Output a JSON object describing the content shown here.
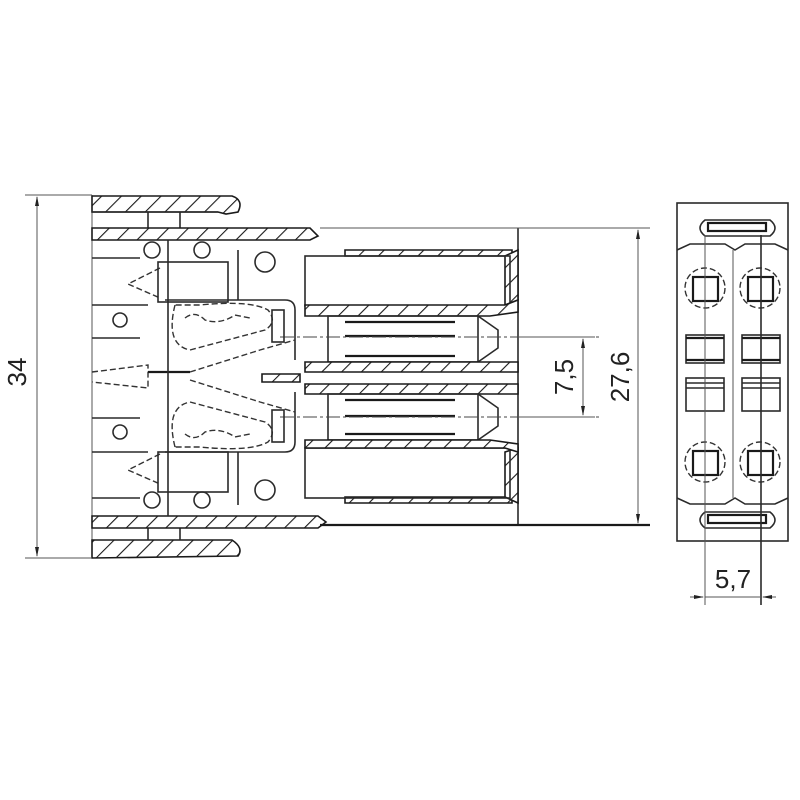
{
  "drawing": {
    "type": "technical cross-section drawing",
    "subject": "2-pole pluggable connector with spring clamps",
    "views": [
      {
        "name": "side-section-view"
      },
      {
        "name": "front-view"
      }
    ]
  },
  "dimensions": {
    "overall_height": {
      "value": "34",
      "unit": "mm"
    },
    "body_height": {
      "value": "27,6",
      "unit": "mm"
    },
    "pin_pitch_side": {
      "value": "7,5",
      "unit": "mm"
    },
    "pin_pitch_front": {
      "value": "5,7",
      "unit": "mm"
    }
  },
  "colors": {
    "line": "#1a1a1a",
    "background": "#ffffff",
    "dimension_line": "#555555"
  }
}
